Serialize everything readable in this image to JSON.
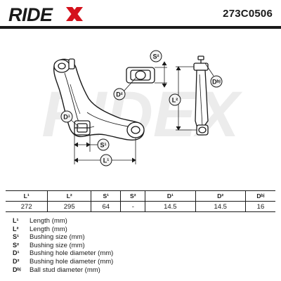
{
  "header": {
    "brand": "RIDEX",
    "part_number": "273C0506"
  },
  "diagram": {
    "watermark": "RIDEX",
    "labels": {
      "s2": "S²",
      "d2": "D²",
      "l2": "L²",
      "dbj": "Dᵇʲ",
      "d1": "D¹",
      "s1": "S¹",
      "l1": "L¹"
    }
  },
  "specs": {
    "headers": [
      "L¹",
      "L²",
      "S¹",
      "S²",
      "D¹",
      "D²",
      "Dᵇʲ"
    ],
    "values": [
      "272",
      "295",
      "64",
      "-",
      "14.5",
      "14.5",
      "16"
    ]
  },
  "legend": [
    {
      "key": "L¹",
      "desc": "Length (mm)"
    },
    {
      "key": "L²",
      "desc": "Length (mm)"
    },
    {
      "key": "S¹",
      "desc": "Bushing size (mm)"
    },
    {
      "key": "S²",
      "desc": "Bushing size (mm)"
    },
    {
      "key": "D¹",
      "desc": "Bushing hole diameter (mm)"
    },
    {
      "key": "D²",
      "desc": "Bushing hole diameter (mm)"
    },
    {
      "key": "Dᵇʲ",
      "desc": "Ball stud diameter (mm)"
    }
  ],
  "colors": {
    "ink": "#1a1a1a",
    "logo_red": "#d4121c",
    "watermark": "#ececec",
    "badge_fill": "#f3f3f3"
  }
}
